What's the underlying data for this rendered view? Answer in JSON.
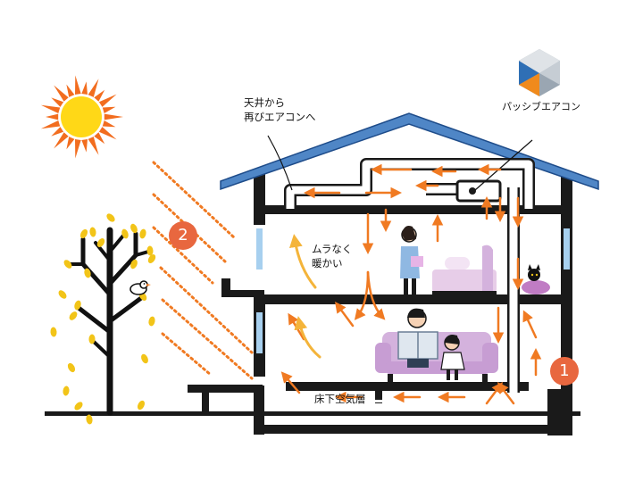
{
  "logo_label": "パッシブエアコン",
  "ceiling_label": [
    "天井から",
    "再びエアコンへ"
  ],
  "uneven_label": [
    "ムラなく",
    "暖かい"
  ],
  "underfloor_label": "床下空気層",
  "badge_1": "1",
  "badge_2": "2",
  "colors": {
    "roof": "#4f86c6",
    "structure": "#1a1a1a",
    "airflow": "#f07a22",
    "airflow_light": "#f4b43a",
    "sun_core": "#ffd817",
    "sun_rays": "#f26d1f",
    "leaf": "#f2c418",
    "sofa": "#d4b2dd",
    "badge": "#e8673f",
    "logo_blue": "#2f6fb5",
    "logo_orange": "#f08a1c",
    "logo_gray": "#9aa6b2"
  },
  "icons": [
    "sun-icon",
    "tree-icon",
    "bird-icon",
    "cat-icon",
    "person-icon",
    "logo-icon"
  ]
}
